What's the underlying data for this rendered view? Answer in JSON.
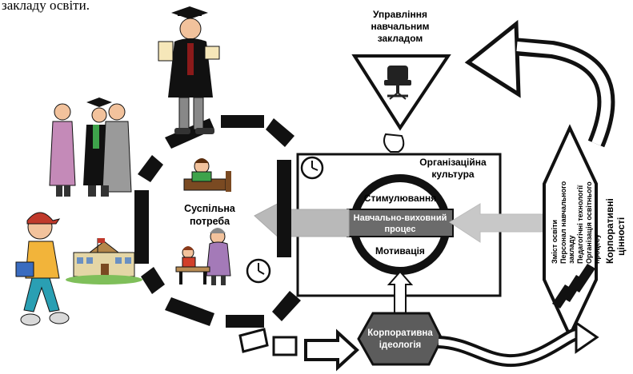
{
  "top_text": "закладу освіти.",
  "management": {
    "line1": "Управління",
    "line2": "навчальним",
    "line3": "закладом"
  },
  "org_culture": {
    "line1": "Організаційна",
    "line2": "культура"
  },
  "social_need": {
    "line1": "Суспільна",
    "line2": "потреба"
  },
  "center": {
    "top_label": "Стимулювання",
    "middle_line1": "Навчально-виховний",
    "middle_line2": "процес",
    "bottom_label": "Мотивація"
  },
  "ideology": {
    "line1": "Корпоративна",
    "line2": "ідеологія"
  },
  "values": {
    "title_line1": "Корпоративні",
    "title_line2": "цінності",
    "items": [
      "Зміст освіти",
      "Персонал навчального",
      "закладу",
      "Педагогічні технології",
      "Організація освітнього",
      "процесу"
    ]
  },
  "colors": {
    "ink": "#111111",
    "gray_arrow": "#b9b9b9",
    "dark_box": "#6b6b6b",
    "ideology_fill": "#5c5c5c"
  },
  "illustrations": [
    "graduate-figure",
    "family-group",
    "schoolboy",
    "school-building",
    "reading-child",
    "teacher-scene",
    "office-chair-icon",
    "clock-icon",
    "pointing-hand-icon"
  ]
}
